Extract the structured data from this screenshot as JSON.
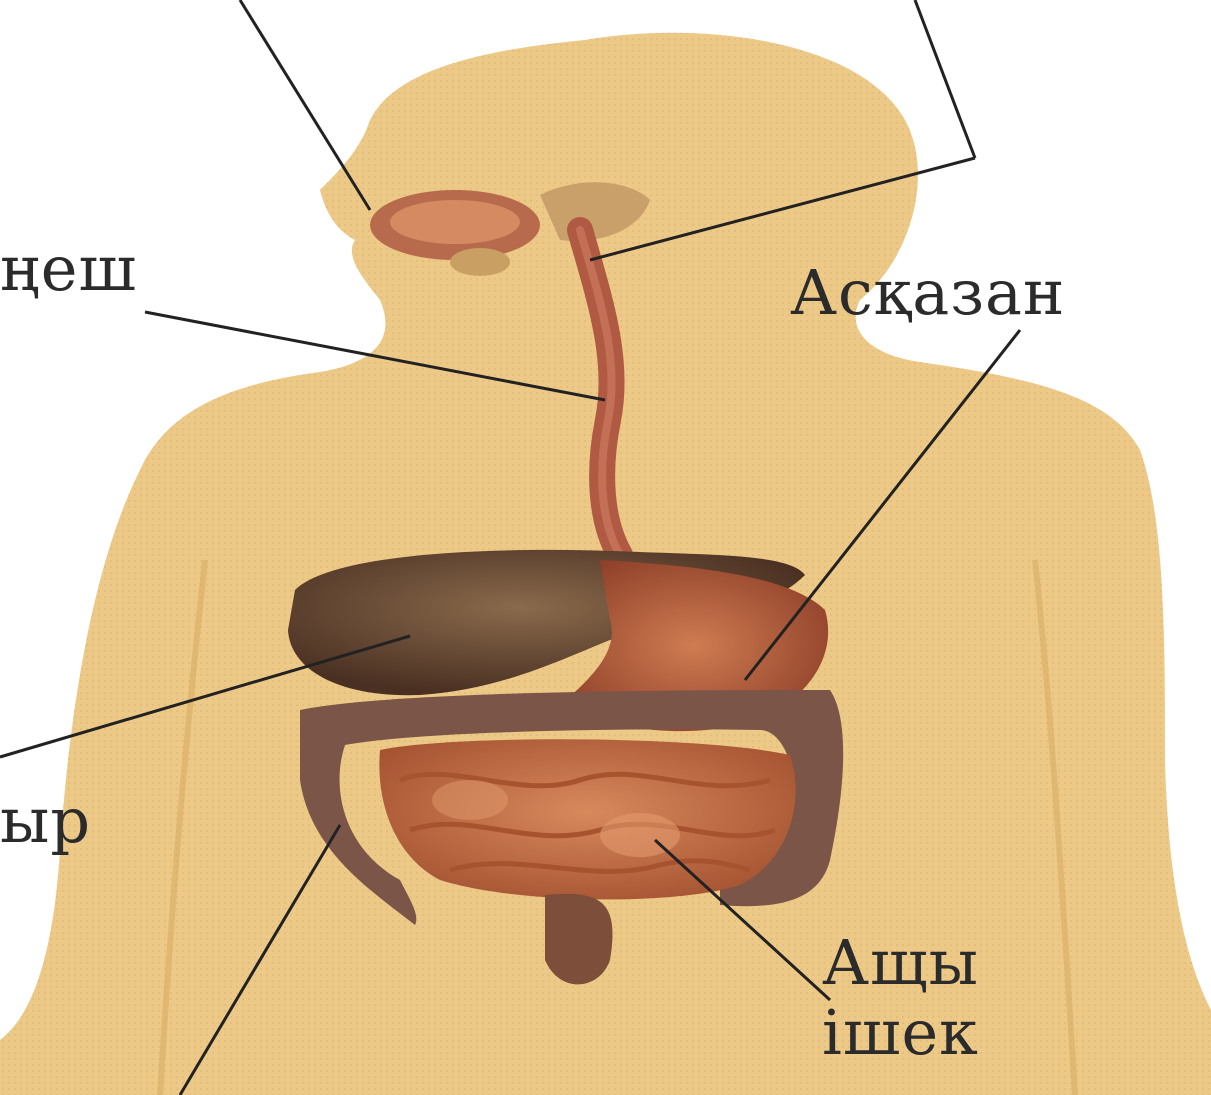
{
  "labels": {
    "esophagus_partial": "ңеш",
    "stomach": "Асқазан",
    "liver_partial": "ыр",
    "small_intestine_line1": "Ащы",
    "small_intestine_line2": "ішек"
  },
  "colors": {
    "background": "#ffffff",
    "body_skin": "#edc987",
    "skin_shadow": "#d9ad63",
    "liver": "#6e4a35",
    "stomach": "#b35c3d",
    "esophagus": "#b05a44",
    "small_intestine": "#c87049",
    "large_intestine": "#7a5548",
    "leader_line": "#222222"
  }
}
